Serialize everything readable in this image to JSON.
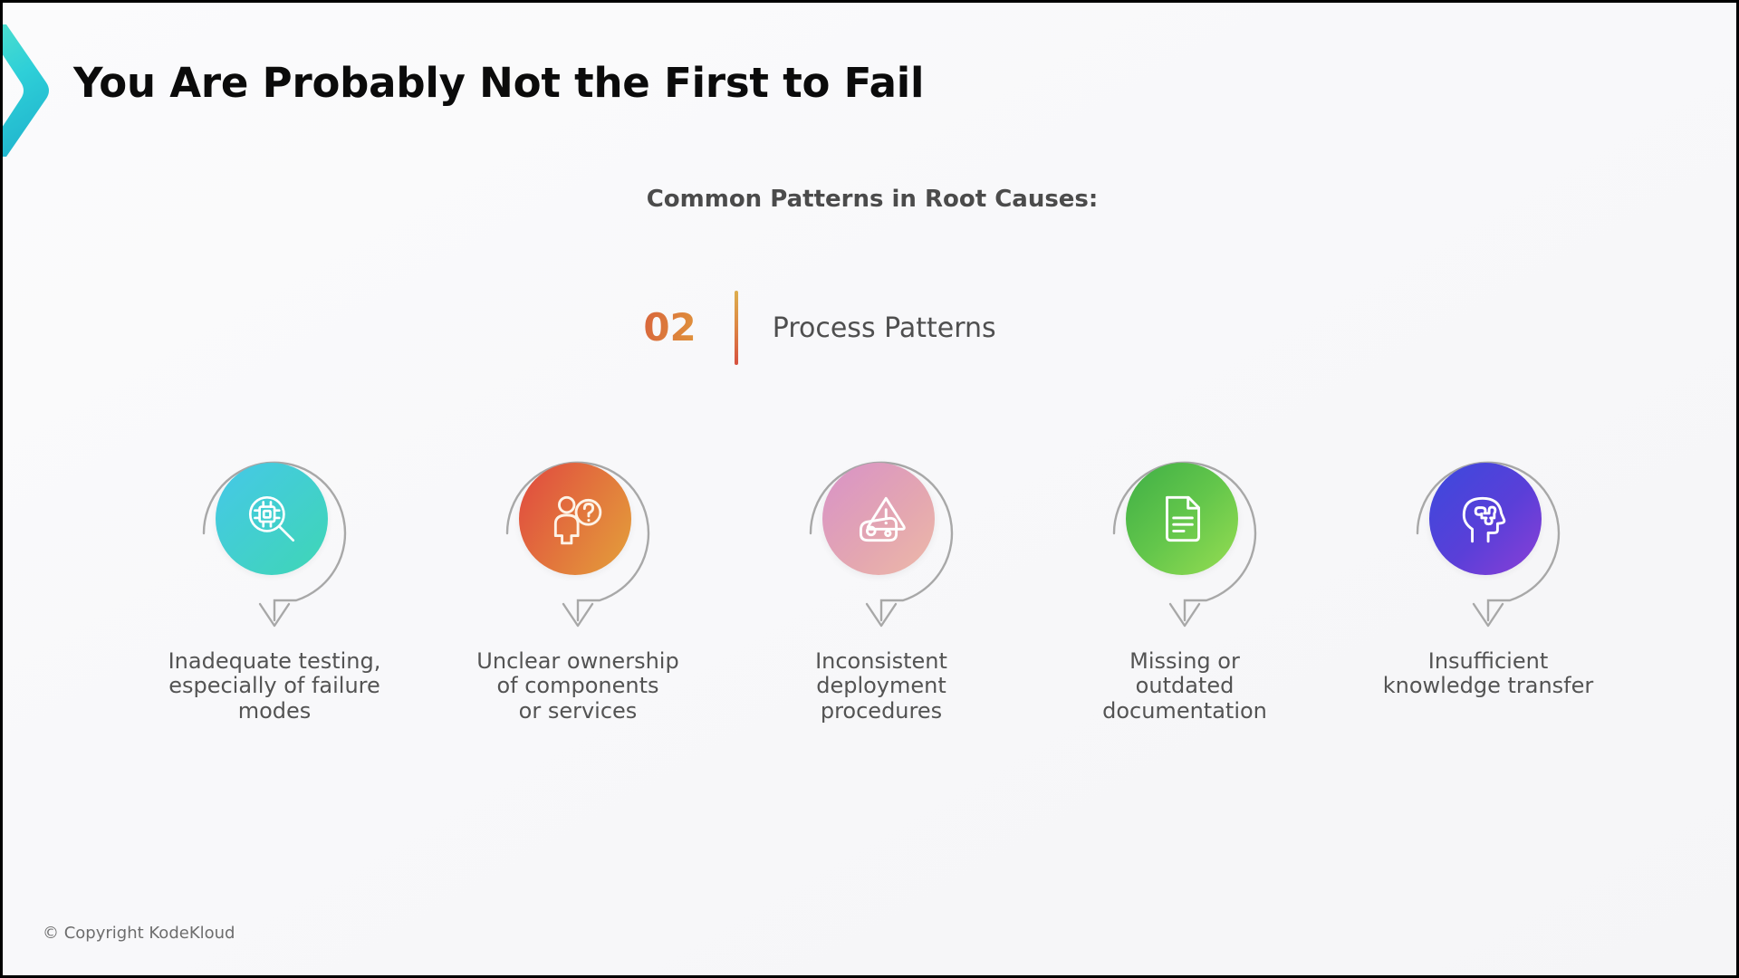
{
  "slide": {
    "title": "You Are Probably Not the First to Fail",
    "subtitle": "Common Patterns in Root Causes:",
    "logo_icon": "chevron-right-logo",
    "background_color": "#f8f8fa",
    "border_color": "#000000"
  },
  "section": {
    "number": "02",
    "label": "Process Patterns",
    "number_color": "#d8653c",
    "divider_color": "#d6503f",
    "label_color": "#4f4f4f"
  },
  "cards": [
    {
      "icon": "chip-magnifier-icon",
      "caption": "Inadequate testing,\nespecially of failure\nmodes",
      "gradient_from": "#45c8e8",
      "gradient_to": "#3fd6b5"
    },
    {
      "icon": "person-question-icon",
      "caption": "Unclear ownership\nof components\nor services",
      "gradient_from": "#e0483f",
      "gradient_to": "#e4a13a"
    },
    {
      "icon": "warning-deployment-icon",
      "caption": "Inconsistent\ndeployment\nprocedures",
      "gradient_from": "#d892c8",
      "gradient_to": "#e8b0a8"
    },
    {
      "icon": "document-lines-icon",
      "caption": "Missing or\noutdated\ndocumentation",
      "gradient_from": "#4cb84c",
      "gradient_to": "#8fd84f"
    },
    {
      "icon": "head-puzzle-icon",
      "caption": "Insufficient\nknowledge transfer",
      "gradient_from": "#3b49dd",
      "gradient_to": "#8b3fd6"
    }
  ],
  "footer": {
    "copyright": "© Copyright KodeKloud"
  }
}
